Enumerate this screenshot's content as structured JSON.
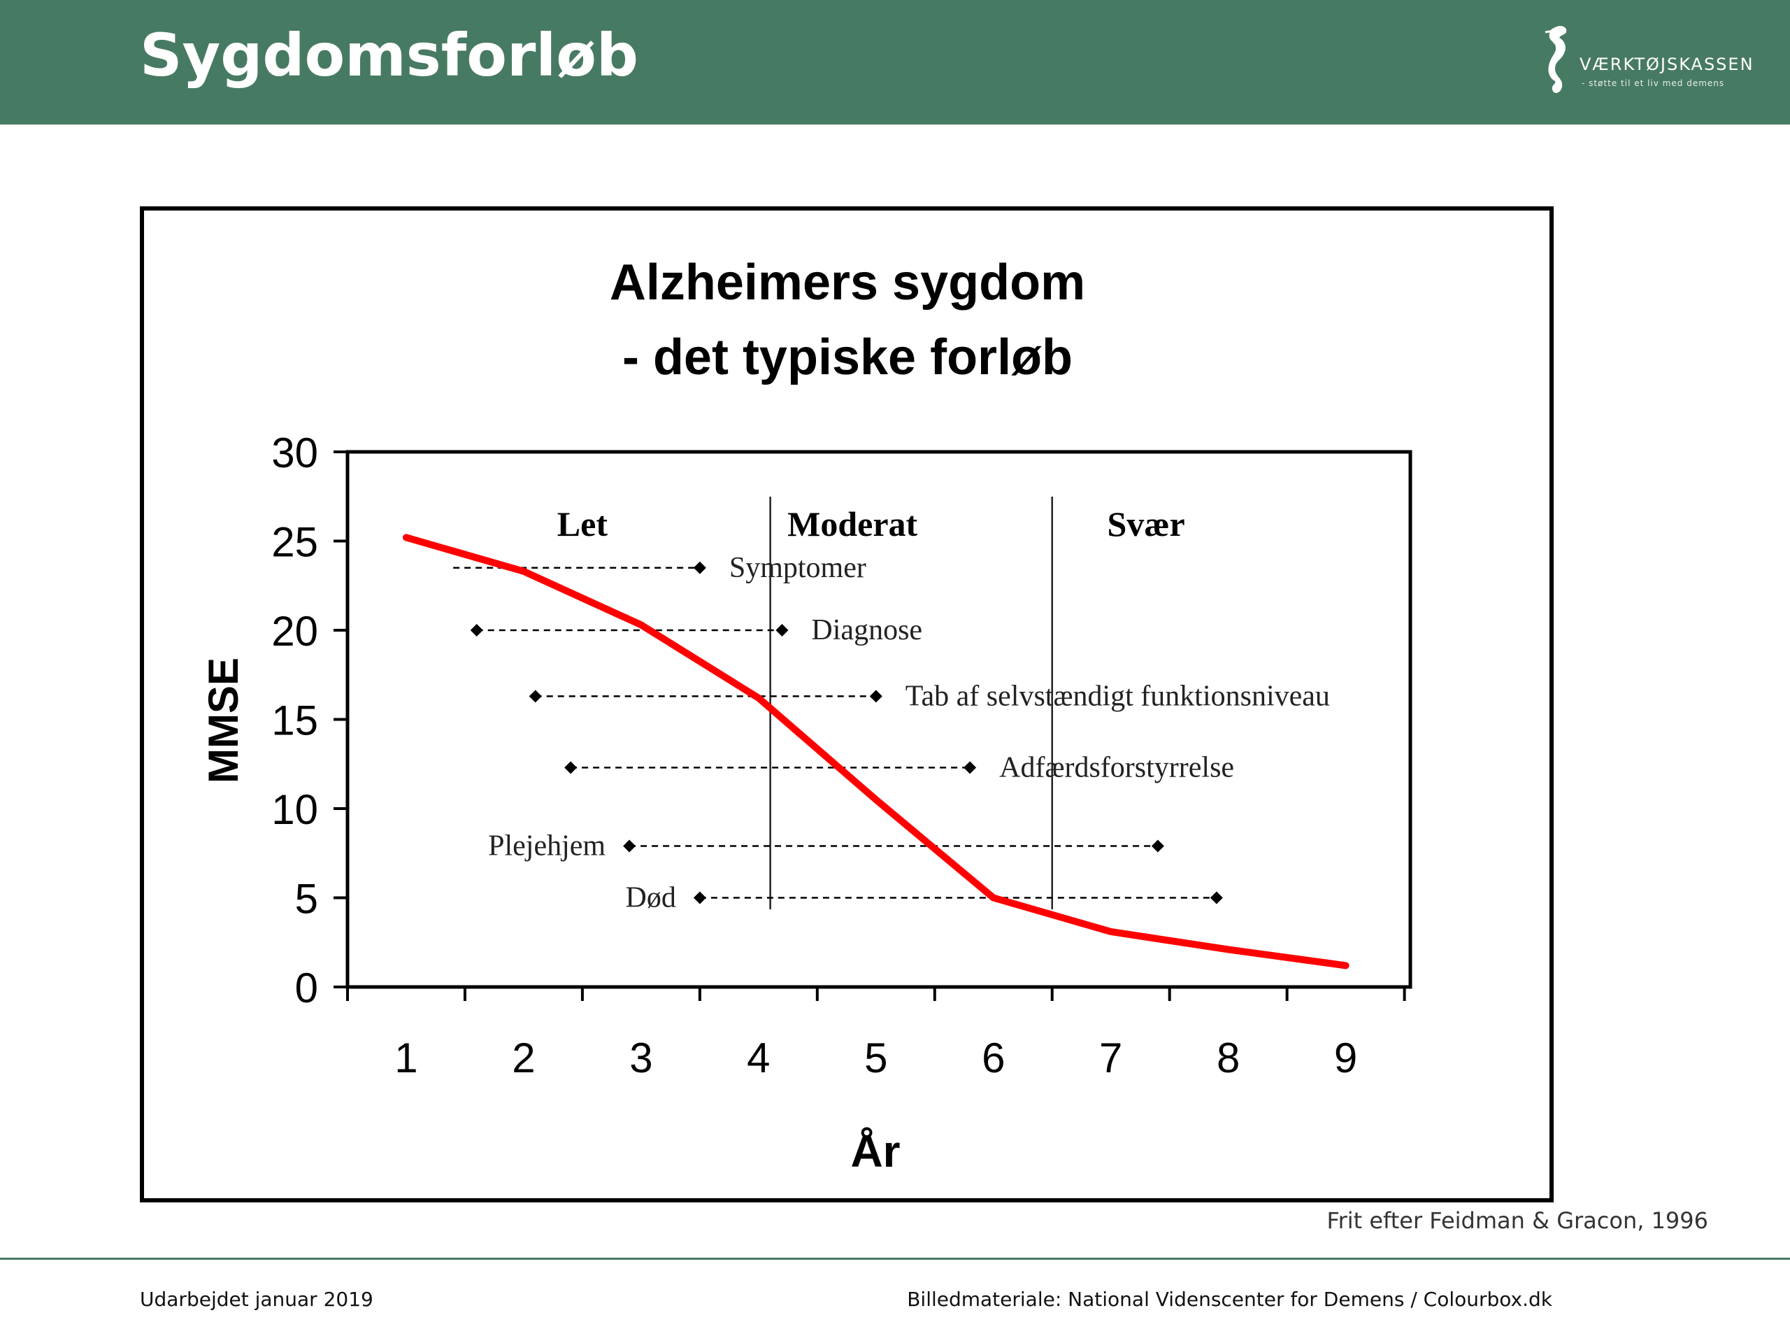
{
  "header": {
    "title": "Sygdomsforløb",
    "logo": {
      "name": "VÆRKTØJSKASSEN",
      "tagline": "- støtte til et liv med demens",
      "icon": "seahorse-icon"
    },
    "bg_color": "#477a62"
  },
  "chart_data": {
    "type": "line",
    "title": [
      "Alzheimers sygdom",
      "- det typiske forløb"
    ],
    "xlabel": "År",
    "ylabel": "MMSE",
    "x_ticks": [
      1,
      2,
      3,
      4,
      5,
      6,
      7,
      8,
      9
    ],
    "y_ticks": [
      0,
      5,
      10,
      15,
      20,
      25,
      30
    ],
    "xlim": [
      0.5,
      9.55
    ],
    "ylim": [
      0,
      30
    ],
    "grid": false,
    "series": [
      {
        "color": "#ff0000",
        "points": [
          [
            1,
            25.2
          ],
          [
            2,
            23.3
          ],
          [
            3,
            20.3
          ],
          [
            4,
            16.2
          ],
          [
            5,
            10.5
          ],
          [
            6,
            5
          ],
          [
            7,
            3.1
          ],
          [
            8,
            2.1
          ],
          [
            9,
            1.2
          ]
        ]
      }
    ],
    "stages": [
      {
        "label": "Let",
        "x_center": 2.5
      },
      {
        "label": "Moderat",
        "x_center": 4.8
      },
      {
        "label": "Svær",
        "x_center": 7.3
      }
    ],
    "stage_dividers": [
      4.1,
      6.5
    ],
    "ranges": [
      {
        "label": "Symptomer",
        "y": 23.5,
        "x_start": 1.4,
        "x_end": 3.5,
        "label_side": "right",
        "start_marker": false
      },
      {
        "label": "Diagnose",
        "y": 20,
        "x_start": 1.6,
        "x_end": 4.2,
        "label_side": "right",
        "start_marker": true
      },
      {
        "label": "Tab af selvstændigt funktionsniveau",
        "y": 16.3,
        "x_start": 2.1,
        "x_end": 5.0,
        "label_side": "right",
        "start_marker": true
      },
      {
        "label": "Adfærdsforstyrrelse",
        "y": 12.3,
        "x_start": 2.4,
        "x_end": 5.8,
        "label_side": "right",
        "start_marker": true
      },
      {
        "label": "Plejehjem",
        "y": 7.9,
        "x_start": 2.9,
        "x_end": 7.4,
        "label_side": "left",
        "start_marker": true
      },
      {
        "label": "Død",
        "y": 5,
        "x_start": 3.5,
        "x_end": 7.9,
        "label_side": "left",
        "start_marker": true
      }
    ]
  },
  "attribution": "Frit efter Feidman & Gracon, 1996",
  "footer": {
    "left": "Udarbejdet januar 2019",
    "right": "Billedmateriale: National Videnscenter for Demens / Colourbox.dk"
  }
}
